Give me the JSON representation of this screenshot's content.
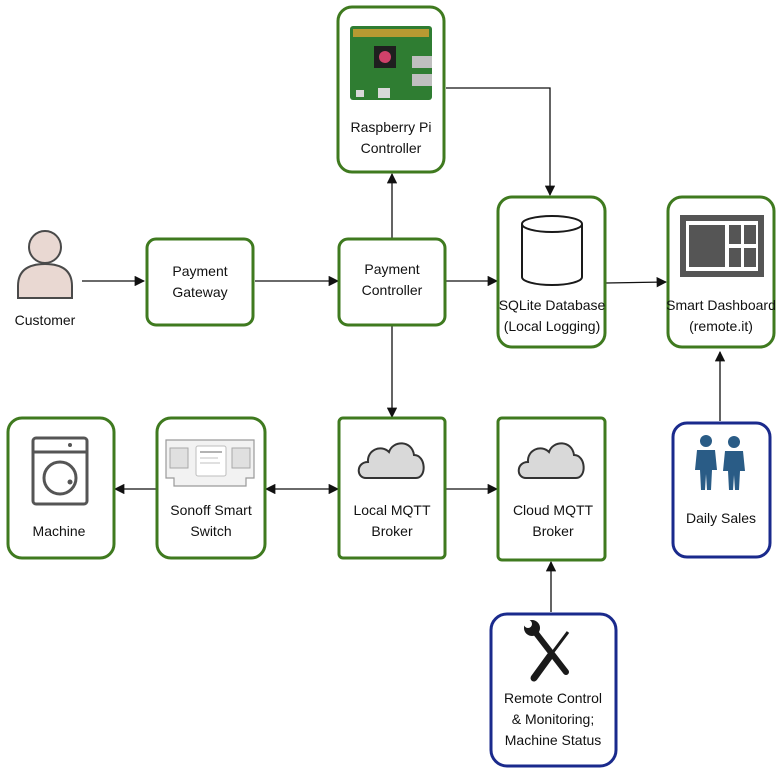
{
  "colors": {
    "box_border_green": "#3f7a1f",
    "box_border_blue": "#1a2a8c",
    "arrow": "#111111",
    "icon_gray": "#555555"
  },
  "nodes": {
    "customer": {
      "label": "Customer",
      "icon": "person-icon"
    },
    "payment_gateway": {
      "line1": "Payment",
      "line2": "Gateway"
    },
    "payment_controller": {
      "line1": "Payment",
      "line2": "Controller"
    },
    "raspberry_pi": {
      "line1": "Raspberry Pi",
      "line2": "Controller",
      "icon": "raspberry-pi-board-icon"
    },
    "sqlite_db": {
      "line1": "SQLite Database",
      "line2": "(Local Logging)",
      "icon": "database-cylinder-icon"
    },
    "smart_dashboard": {
      "line1": "Smart Dashboard",
      "line2": "(remote.it)",
      "icon": "dashboard-window-icon"
    },
    "machine": {
      "label": "Machine",
      "icon": "washing-machine-icon"
    },
    "sonoff_switch": {
      "line1": "Sonoff Smart",
      "line2": "Switch",
      "icon": "smart-switch-device-icon"
    },
    "local_mqtt": {
      "line1": "Local MQTT",
      "line2": "Broker",
      "icon": "cloud-icon"
    },
    "cloud_mqtt": {
      "line1": "Cloud MQTT",
      "line2": "Broker",
      "icon": "cloud-icon"
    },
    "daily_sales": {
      "label": "Daily Sales",
      "icon": "business-people-icon"
    },
    "remote_control": {
      "line1": "Remote Control",
      "line2": "& Monitoring;",
      "line3": "Machine Status",
      "icon": "wrench-screwdriver-icon"
    }
  }
}
